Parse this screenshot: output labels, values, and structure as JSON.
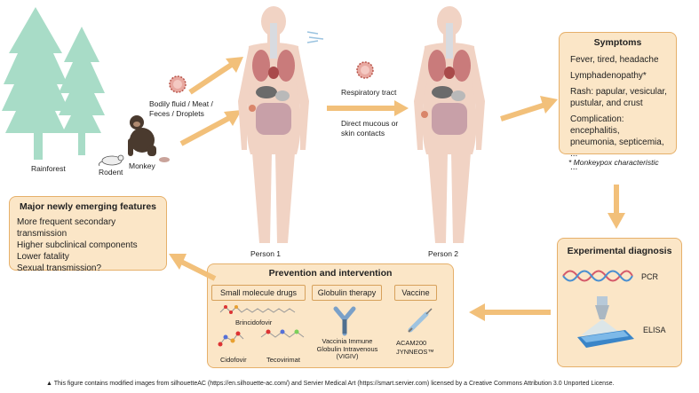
{
  "left_scene": {
    "rainforest": "Rainforest",
    "rodent": "Rodent",
    "monkey": "Monkey"
  },
  "transmission": {
    "animal_to_human": "Bodily fluid / Meat / Feces / Droplets",
    "respiratory": "Respiratory tract",
    "direct": "Direct mucous or skin contacts"
  },
  "persons": {
    "p1": "Person 1",
    "p2": "Person 2"
  },
  "symptoms": {
    "title": "Symptoms",
    "items": [
      "Fever, tired, headache",
      "Lymphadenopathy*",
      "Rash: papular, vesicular, pustular, and crust",
      "Complication: encephalitis, pneumonia, septicemia, ...",
      "..."
    ],
    "note": "* Monkeypox characteristic"
  },
  "diagnosis": {
    "title": "Experimental diagnosis",
    "pcr": "PCR",
    "elisa": "ELISA"
  },
  "prevention": {
    "title": "Prevention and intervention",
    "small_molecule": "Small molecule drugs",
    "globulin": "Globulin therapy",
    "vaccine": "Vaccine",
    "brincidofovir": "Brincidofovir",
    "cidofovir": "Cidofovir",
    "tecovirimat": "Tecovirimat",
    "vigiv": "Vaccinia Immune Globulin Intravenous (VIGIV)",
    "acam": "ACAM200",
    "jynneos": "JYNNEOS™"
  },
  "features": {
    "title": "Major newly emerging features",
    "items": [
      "More frequent secondary transmission",
      "Higher subclinical components",
      "Lower fatality",
      "Sexual transmission?"
    ]
  },
  "footer": "▲ This figure contains modified images from silhouetteAC (https://en.silhouette-ac.com/) and Servier Medical Art (https://smart.servier.com) licensed by a Creative Commons Attribution 3.0 Unported License.",
  "colors": {
    "box_fill": "#fbe6c7",
    "box_border": "#e6b06a",
    "arrow": "#f2c07a",
    "skin": "#f1d3c4",
    "tree": "#a8dcc7"
  }
}
